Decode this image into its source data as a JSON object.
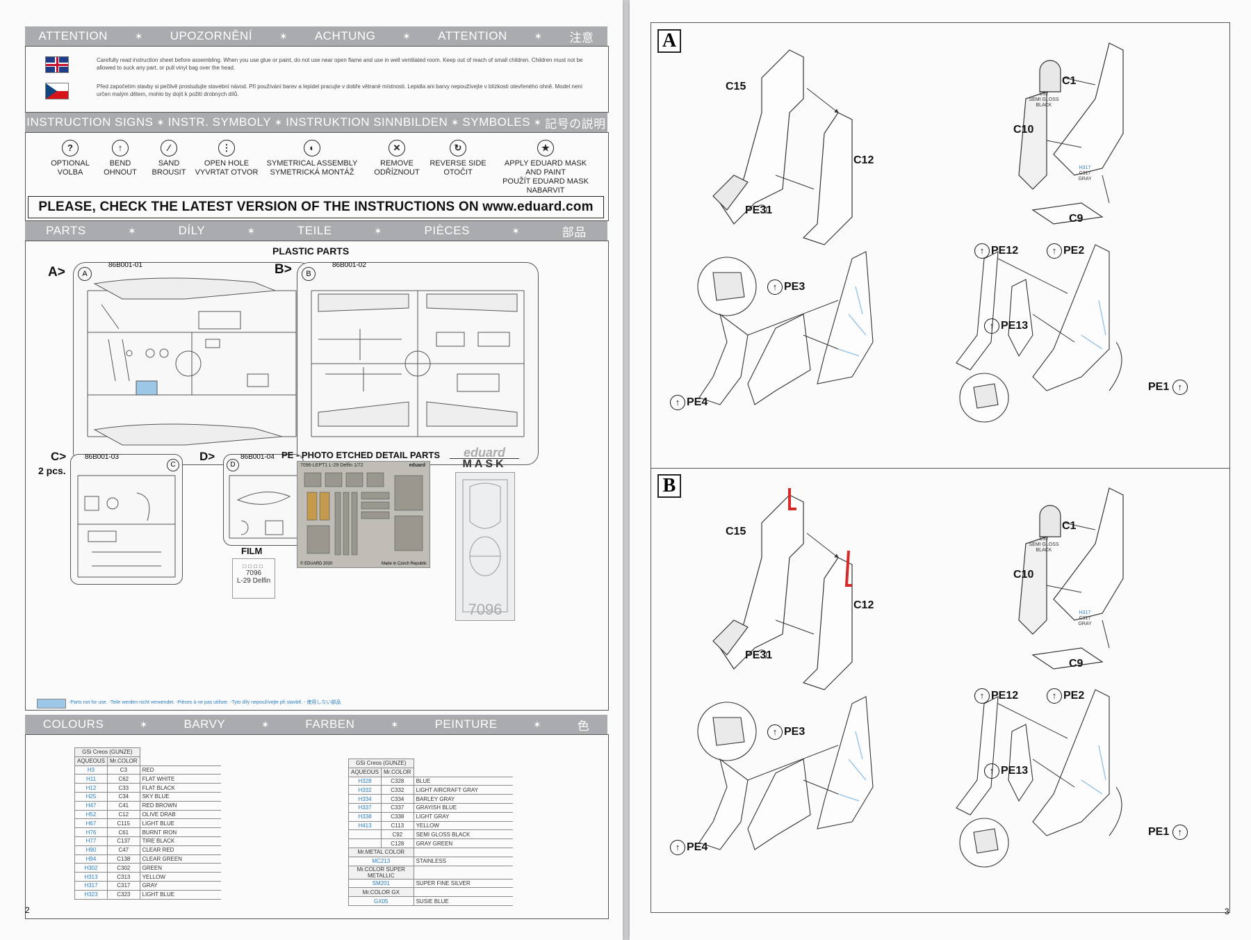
{
  "left": {
    "attention_bar": [
      "ATTENTION",
      "UPOZORNĚNÍ",
      "ACHTUNG",
      "ATTENTION",
      "注意"
    ],
    "attention_en": "Carefully read instruction sheet before assembling. When you use glue or paint, do not use near open flame and use in well ventilated room. Keep out of reach of small children. Children must not be allowed to suck any part, or pull vinyl bag over the head.",
    "attention_cz": "Před započetím stavby si pečlivě prostudujte stavební návod. Při používání barev a lepidel pracujte v dobře větrané místnosti. Lepidla ani barvy nepoužívejte v blízkosti otevřeného ohně. Model není určen malým dětem, mohlo by dojít k požití drobných dílů.",
    "signs_bar": [
      "INSTRUCTION SIGNS",
      "INSTR. SYMBOLY",
      "INSTRUKTION SINNBILDEN",
      "SYMBOLES",
      "記号の説明"
    ],
    "signs": [
      {
        "icon": "?",
        "l1": "OPTIONAL",
        "l2": "VOLBA",
        "l3": "",
        "l4": ""
      },
      {
        "icon": "↑",
        "l1": "BEND",
        "l2": "OHNOUT",
        "l3": "",
        "l4": ""
      },
      {
        "icon": "⁄",
        "l1": "SAND",
        "l2": "BROUSIT",
        "l3": "",
        "l4": ""
      },
      {
        "icon": "⋮",
        "l1": "OPEN HOLE",
        "l2": "VYVRTAT OTVOR",
        "l3": "",
        "l4": ""
      },
      {
        "icon": "◐",
        "l1": "SYMETRICAL ASSEMBLY",
        "l2": "SYMETRICKÁ MONTÁŽ",
        "l3": "",
        "l4": ""
      },
      {
        "icon": "✕",
        "l1": "REMOVE",
        "l2": "ODŘÍZNOUT",
        "l3": "",
        "l4": ""
      },
      {
        "icon": "↻",
        "l1": "REVERSE SIDE",
        "l2": "OTOČIT",
        "l3": "",
        "l4": ""
      },
      {
        "icon": "★",
        "l1": "APPLY EDUARD MASK",
        "l2": "AND PAINT",
        "l3": "POUŽÍT EDUARD MASK",
        "l4": "NABARVIT"
      }
    ],
    "check_latest": "PLEASE, CHECK THE LATEST VERSION OF THE INSTRUCTIONS ON www.eduard.com",
    "parts_bar": [
      "PARTS",
      "DÍLY",
      "TEILE",
      "PIÈCES",
      "部品"
    ],
    "plastic_parts": "PLASTIC PARTS",
    "sprue_a": {
      "label": "A>",
      "code": "86B001-01",
      "letter": "A"
    },
    "sprue_b": {
      "label": "B>",
      "code": "86B001-02",
      "letter": "B"
    },
    "sprue_c": {
      "label": "C>",
      "qty": "2 pcs.",
      "code": "86B001-03",
      "letter": "C"
    },
    "sprue_d": {
      "label": "D>",
      "code": "86B001-04",
      "letter": "D"
    },
    "pe_title": "PE - PHOTO ETCHED DETAIL PARTS",
    "pe_fret": {
      "code": "7096-LEPT1",
      "name": "L-29 Delfin",
      "scale": "1/72",
      "brand": "eduard",
      "copyright": "© EDUARD 2020",
      "made": "Made in Czech Republic"
    },
    "mask": {
      "brand": "eduard",
      "word": "MASK",
      "number": "7096"
    },
    "film": {
      "title": "FILM",
      "number": "7096",
      "name": "L-29 Delfin"
    },
    "not_for_use": "-Parts not for use. -Teile werden nicht verwendet. -Pièces à ne pas utiliser. -Tyto díly nepoužívejte při stavbě. - 使用しない部品",
    "colours_bar": [
      "COLOURS",
      "BARVY",
      "FARBEN",
      "PEINTURE",
      "色"
    ],
    "table1": {
      "brand": "GSi Creos (GUNZE)",
      "h_aq": "AQUEOUS",
      "h_mr": "Mr.COLOR",
      "rows": [
        [
          "H3",
          "C3",
          "RED"
        ],
        [
          "H11",
          "C62",
          "FLAT WHITE"
        ],
        [
          "H12",
          "C33",
          "FLAT BLACK"
        ],
        [
          "H25",
          "C34",
          "SKY BLUE"
        ],
        [
          "H47",
          "C41",
          "RED BROWN"
        ],
        [
          "H52",
          "C12",
          "OLIVE DRAB"
        ],
        [
          "H67",
          "C115",
          "LIGHT BLUE"
        ],
        [
          "H76",
          "C61",
          "BURNT IRON"
        ],
        [
          "H77",
          "C137",
          "TIRE BLACK"
        ],
        [
          "H90",
          "C47",
          "CLEAR RED"
        ],
        [
          "H94",
          "C138",
          "CLEAR GREEN"
        ],
        [
          "H302",
          "C302",
          "GREEN"
        ],
        [
          "H313",
          "C313",
          "YELLOW"
        ],
        [
          "H317",
          "C317",
          "GRAY"
        ],
        [
          "H323",
          "C323",
          "LIGHT BLUE"
        ]
      ]
    },
    "table2": {
      "brand": "GSi Creos (GUNZE)",
      "h_aq": "AQUEOUS",
      "h_mr": "Mr.COLOR",
      "rows": [
        [
          "H328",
          "C328",
          "BLUE"
        ],
        [
          "H332",
          "C332",
          "LIGHT AIRCRAFT GRAY"
        ],
        [
          "H334",
          "C334",
          "BARLEY GRAY"
        ],
        [
          "H337",
          "C337",
          "GRAYISH BLUE"
        ],
        [
          "H338",
          "C338",
          "LIGHT GRAY"
        ],
        [
          "H413",
          "C113",
          "YELLOW"
        ],
        [
          "",
          "C92",
          "SEMI GLOSS BLACK"
        ],
        [
          "",
          "C128",
          "GRAY GREEN"
        ]
      ],
      "metal_head": "Mr.METAL COLOR",
      "metal_rows": [
        [
          "MC213",
          "STAINLESS"
        ]
      ],
      "super_head": "Mr.COLOR SUPER METALLIC",
      "super_rows": [
        [
          "SM201",
          "SUPER FINE SILVER"
        ]
      ],
      "gx_head": "Mr.COLOR GX",
      "gx_rows": [
        [
          "GX05",
          "SUSIE BLUE"
        ]
      ]
    },
    "page_number": "2"
  },
  "right": {
    "steps": [
      {
        "id": "A",
        "labels": {
          "c15": "C15",
          "c12": "C12",
          "pe31": "PE31",
          "c1": "C1",
          "c10": "C10",
          "c9": "C9",
          "pe3": "PE3",
          "pe4": "PE4",
          "pe12": "PE12",
          "pe2": "PE2",
          "pe13": "PE13",
          "pe1": "PE1"
        },
        "color1": {
          "code": "C92",
          "name1": "SEMI GLOSS",
          "name2": "BLACK"
        },
        "color2": {
          "aq": "H317",
          "mr": "C317",
          "name": "GRAY"
        }
      },
      {
        "id": "B",
        "labels": {
          "c15": "C15",
          "c12": "C12",
          "pe31": "PE31",
          "c1": "C1",
          "c10": "C10",
          "c9": "C9",
          "pe3": "PE3",
          "pe4": "PE4",
          "pe12": "PE12",
          "pe2": "PE2",
          "pe13": "PE13",
          "pe1": "PE1"
        },
        "color1": {
          "code": "C92",
          "name1": "SEMI GLOSS",
          "name2": "BLACK"
        },
        "color2": {
          "aq": "H317",
          "mr": "C317",
          "name": "GRAY"
        }
      }
    ],
    "page_number": "3",
    "colors": {
      "highlight_red": "#d42a2a",
      "aqueous_blue": "#2c7fc1",
      "part_blue": "#9cc7e6"
    }
  }
}
